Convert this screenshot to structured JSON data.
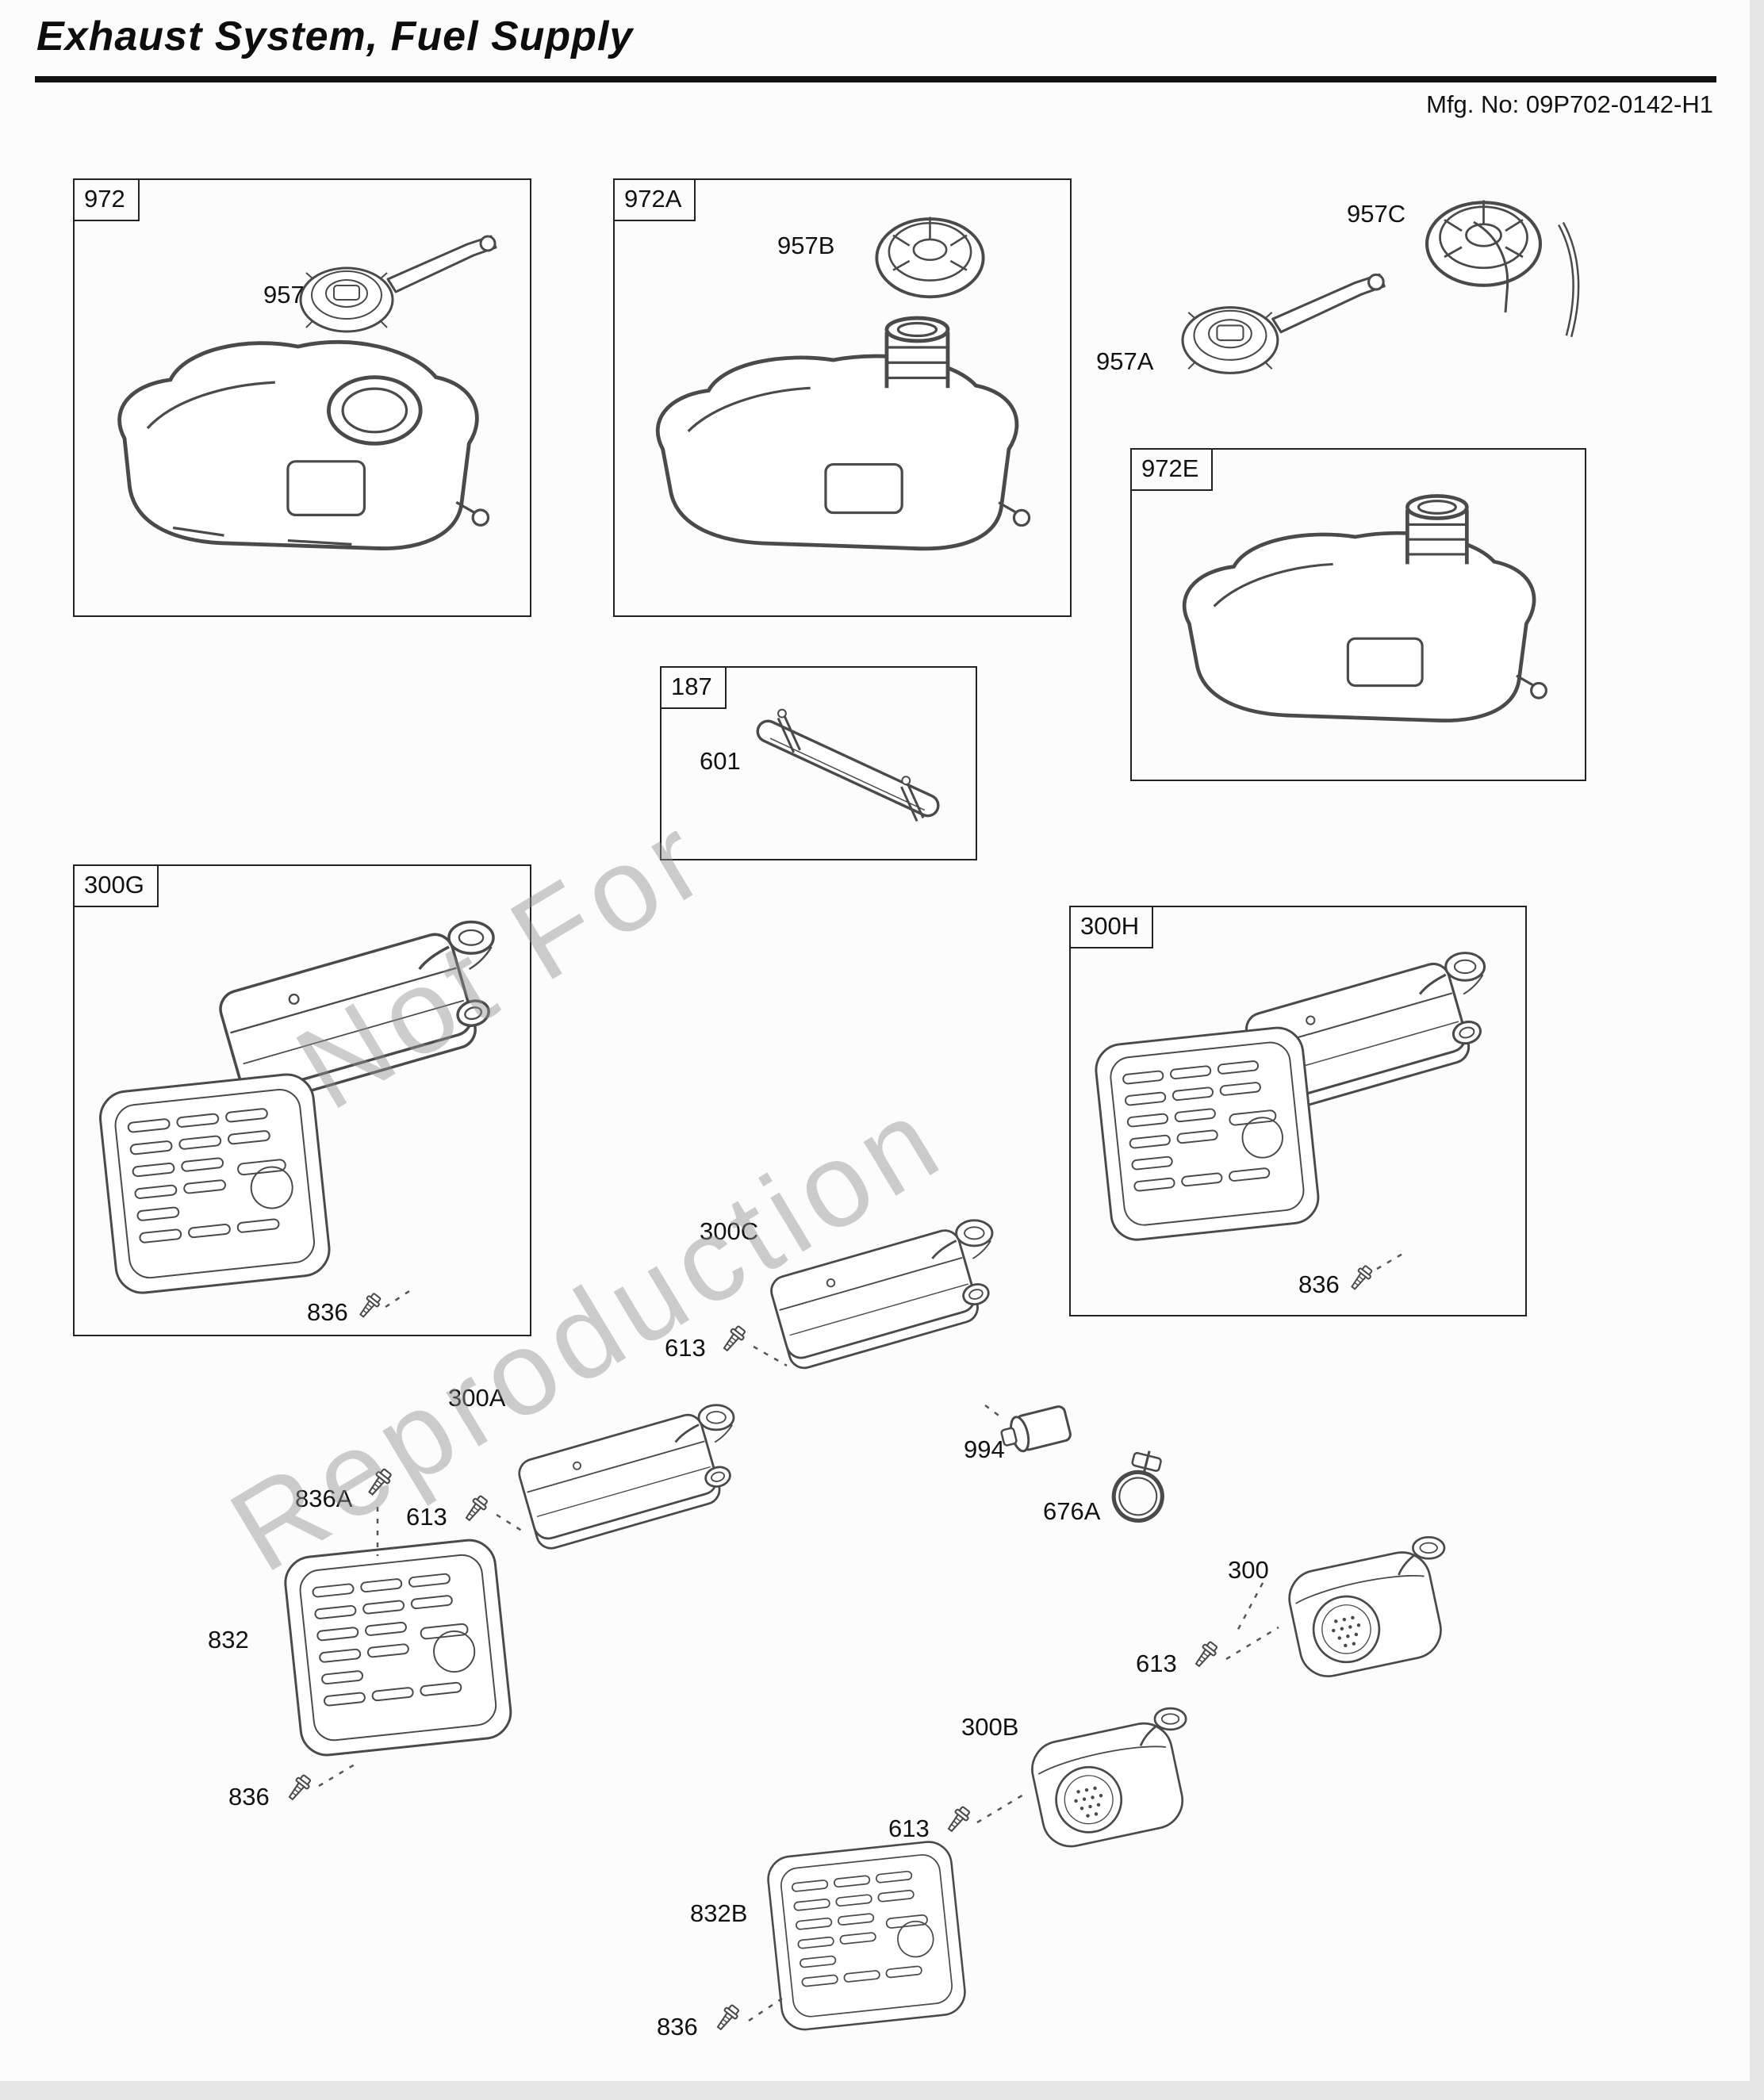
{
  "header": {
    "title": "Exhaust System, Fuel Supply",
    "mfg_no": "Mfg. No: 09P702-0142-H1"
  },
  "watermark": {
    "line1": "Not For",
    "line2": "Reproduction"
  },
  "sections": {
    "s972": {
      "label": "972"
    },
    "s972A": {
      "label": "972A"
    },
    "s972E": {
      "label": "972E"
    },
    "s187": {
      "label": "187"
    },
    "s300G": {
      "label": "300G"
    },
    "s300H": {
      "label": "300H"
    }
  },
  "callouts": {
    "c957": "957",
    "c957A": "957A",
    "c957B": "957B",
    "c957C": "957C",
    "c601": "601",
    "c836_g": "836",
    "c836_h": "836",
    "c300C": "300C",
    "c613_c": "613",
    "c994": "994",
    "c676A": "676A",
    "c300A": "300A",
    "c613_a": "613",
    "c836A": "836A",
    "c832": "832",
    "c836_832": "836",
    "c300": "300",
    "c613_300": "613",
    "c300B": "300B",
    "c613_b": "613",
    "c832B": "832B",
    "c836_b": "836"
  }
}
